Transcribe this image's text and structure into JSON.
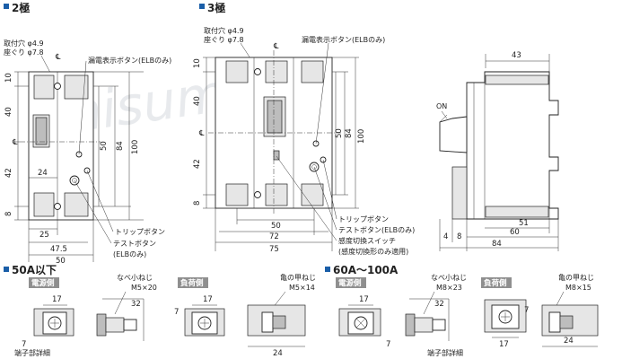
{
  "watermark": "misumi",
  "colors": {
    "accent": "#1a5ea8",
    "badge": "#8f8f8f",
    "line": "#222222",
    "fill": "#e6e6e6"
  },
  "sections": {
    "two_pole": {
      "title": "2極",
      "mount_hole": "取付穴 φ4.9",
      "counterbore": "座ぐり φ7.8",
      "center_mark": "℄",
      "dims_left": [
        "10",
        "40",
        "42",
        "8"
      ],
      "dims_right": [
        "50",
        "84",
        "100"
      ],
      "dims_bottom": [
        "24",
        "25",
        "47.5",
        "50"
      ],
      "callout_indicator": "漏電表示ボタン(ELBのみ)",
      "callout_trip": "トリップボタン",
      "callout_test": "テストボタン",
      "callout_test_note": "(ELBのみ)"
    },
    "three_pole": {
      "title": "3極",
      "mount_hole": "取付穴 φ4.9",
      "counterbore": "座ぐり φ7.8",
      "center_mark": "℄",
      "dims_left": [
        "10",
        "40",
        "42",
        "8"
      ],
      "dims_right": [
        "50",
        "84",
        "100"
      ],
      "dims_bottom": [
        "50",
        "72",
        "75"
      ],
      "callout_indicator": "漏電表示ボタン(ELBのみ)",
      "callout_trip": "トリップボタン",
      "callout_test": "テストボタン(ELBのみ)",
      "callout_switch": "感度切換スイッチ",
      "callout_switch_note": "(感度切換形のみ適用)"
    },
    "side_view": {
      "on_label": "ON",
      "dims": [
        "43",
        "4",
        "8",
        "51",
        "60",
        "84"
      ]
    },
    "terminal_50": {
      "title": "50A以下",
      "power_badge": "電源側",
      "load_badge": "負荷側",
      "power_dim": "17",
      "power_offset": "7",
      "power_screw_label": "なべ小ねじ",
      "power_screw_size": "M5×20",
      "power_screw_dim": "32",
      "load_dim": "17",
      "load_offset": "7",
      "load_screw_label": "亀の甲ねじ",
      "load_screw_size": "M5×14",
      "load_screw_dim": "24",
      "footer": "端子部詳細"
    },
    "terminal_100": {
      "title": "60A～100A",
      "power_badge": "電源側",
      "load_badge": "負荷側",
      "power_dim": "17",
      "power_offset": "7",
      "power_screw_label": "なべ小ねじ",
      "power_screw_size": "M8×23",
      "power_screw_dim": "32",
      "load_dim": "17",
      "load_offset": "7",
      "load_screw_label": "亀の甲ねじ",
      "load_screw_size": "M8×15",
      "load_screw_dim": "24",
      "footer": "端子部詳細"
    }
  }
}
